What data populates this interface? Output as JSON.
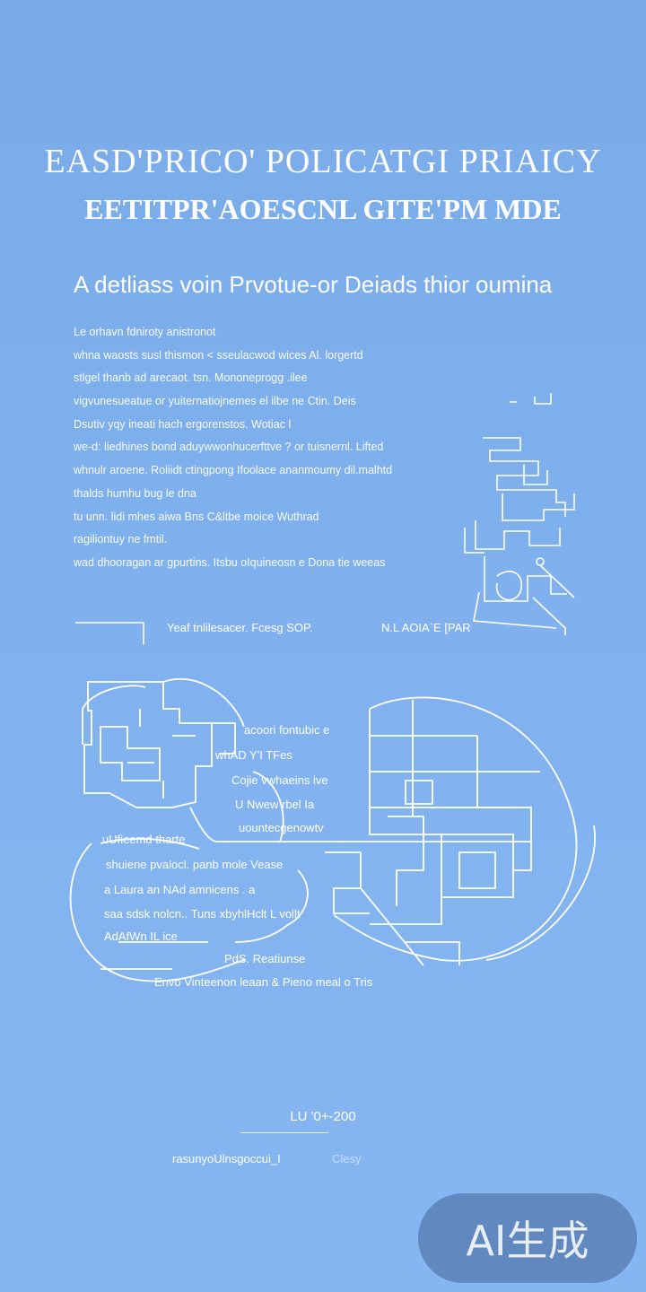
{
  "header": {
    "title_line1": "EASD'PRICO' POLICATGI PRIAICY",
    "title_line2": "EETITPR'AOESCNL GITE'PM MDE",
    "subtitle": "A detliass voin Prvotue-or Deiads thior oumina"
  },
  "body": {
    "lines": [
      "Le orhavn fdniroty anistronot",
      "whna waosts susl thismon < sseulacwod wices Al. lorgertd",
      "stlgel thanb ad arecaot. tsn. Mononeprogg .ilee",
      "vigvunesueatue or yuiternatiojnemes el ilbe ne Ctin. Deis",
      "Dsutiv yqy ineati hach ergorenstos. Wotiac l",
      "we-d: liedhines bond aduywwonhucerfttve ? or tuisnernl. Lifted",
      "whnulr aroene. Roliidt ctingpong Ifoolace ananmoumy dil.malhtd",
      "thalds humhu bug le dna",
      "tu unn. lidi mhes aiwa Bns C&ltbe moice Wuthrad",
      "ragiliontuy ne fmtil.",
      "wad dhooragan ar gpurtins. Itsbu oIquineosn e Dona tie weeas"
    ]
  },
  "captions": {
    "left": "Yeaf tnlilesacer. Fcesg SOP.",
    "right": "N.L AOIA`E [PAR"
  },
  "map_labels": [
    "acoori fontubic e",
    "whAD Y'I TFes",
    "Cojie vwhaeins ive",
    "U Nwew rbel Ia",
    "uountecgenowtv",
    "uUfieemd tharte",
    "shuiene pvalocl. panb mole Vease",
    "a Laura an NAd amnicens . a",
    "saa sdsk nolcn.. Tuns xbyhlHclt L vollt",
    "AdAfWn IL ice",
    "PdS. Reatiunse",
    "Envo Vinteenon leaan & Pieno meal o Tris"
  ],
  "footer": {
    "date": "LU '0+-200",
    "left": "rasunyoUlnsgoccui_I",
    "right": "Clesy"
  },
  "badge": {
    "label": "AI生成"
  },
  "colors": {
    "background": "#7fb0ee",
    "ink": "#ffffff",
    "badge_bg": "#46649680"
  }
}
